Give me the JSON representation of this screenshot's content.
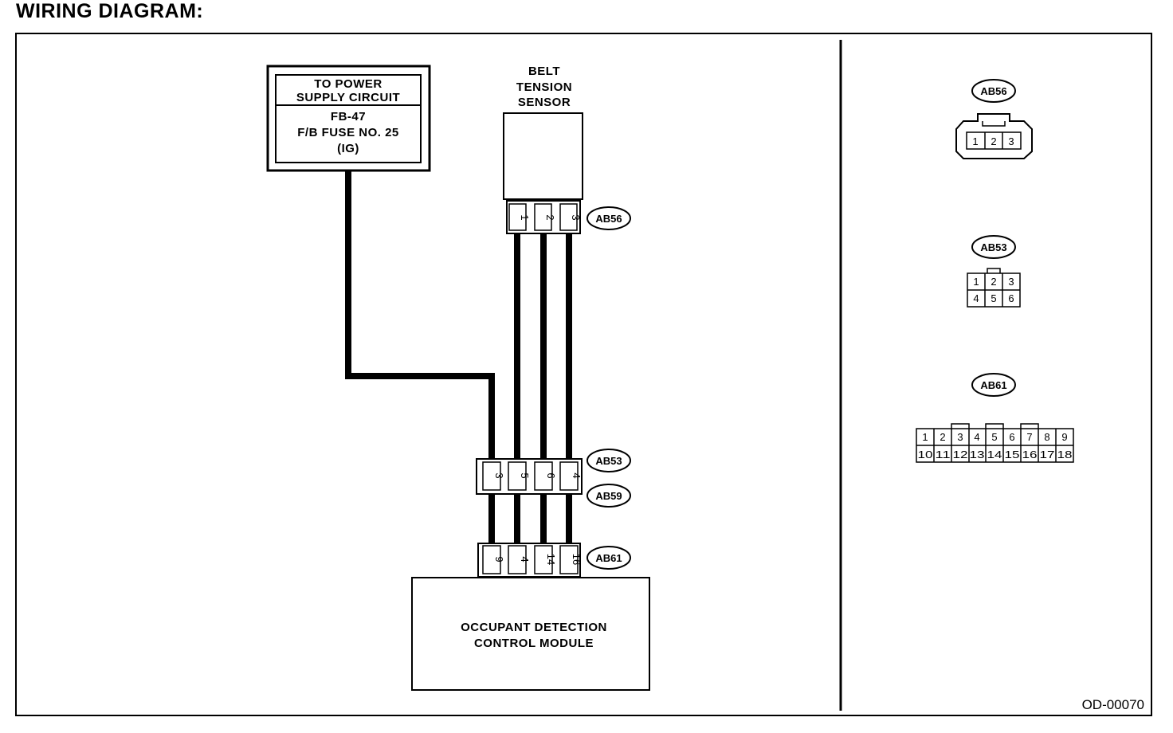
{
  "page_title": "WIRING DIAGRAM:",
  "power_supply": {
    "line1": "TO POWER",
    "line2": "SUPPLY CIRCUIT",
    "line3": "FB-47",
    "line4": "F/B FUSE NO. 25",
    "line5": "(IG)"
  },
  "sensor": {
    "line1": "BELT",
    "line2": "TENSION",
    "line3": "SENSOR"
  },
  "module": {
    "line1": "OCCUPANT DETECTION",
    "line2": "CONTROL MODULE"
  },
  "connectors": {
    "ab56": {
      "name": "AB56",
      "pins": [
        "1",
        "2",
        "3"
      ]
    },
    "ab53": {
      "name": "AB53",
      "pins": [
        "3",
        "5",
        "6",
        "4"
      ]
    },
    "ab59": {
      "name": "AB59"
    },
    "ab61": {
      "name": "AB61",
      "pins": [
        "9",
        "4",
        "14",
        "16"
      ]
    }
  },
  "connector_views": {
    "ab56": {
      "name": "AB56",
      "cells": [
        "1",
        "2",
        "3"
      ]
    },
    "ab53": {
      "name": "AB53",
      "row1": [
        "1",
        "2",
        "3"
      ],
      "row2": [
        "4",
        "5",
        "6"
      ]
    },
    "ab61": {
      "name": "AB61",
      "row1": [
        "1",
        "2",
        "3",
        "4",
        "5",
        "6",
        "7",
        "8",
        "9"
      ],
      "row2": [
        "10",
        "11",
        "12",
        "13",
        "14",
        "15",
        "16",
        "17",
        "18"
      ]
    }
  },
  "reference": "OD-00070"
}
